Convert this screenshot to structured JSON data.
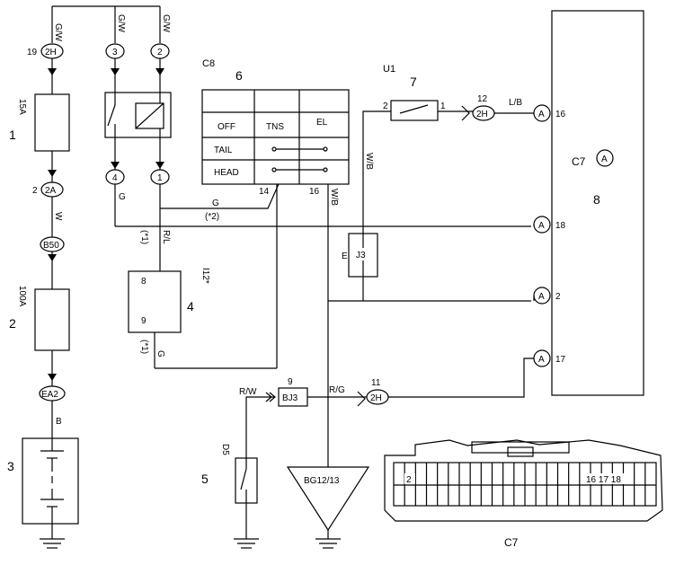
{
  "numbers": {
    "n1": "1",
    "n2": "2",
    "n3": "3",
    "n4": "4",
    "n5": "5",
    "n6": "6",
    "n7": "7",
    "n8": "8"
  },
  "wires": {
    "gw": "G/W",
    "w": "W",
    "b": "B",
    "g": "G",
    "rl": "R/L",
    "wb": "W/B",
    "lb": "L/B",
    "rw": "R/W",
    "rg": "R/G"
  },
  "fuses": {
    "f15": "15A",
    "f100": "100A"
  },
  "connectors": {
    "c2h": "2H",
    "c2a": "2A",
    "b50": "B50",
    "ea2": "EA2",
    "bj3": "BJ3",
    "j3": "J3",
    "bg": "BG12/13",
    "c7": "C7",
    "c8": "C8",
    "u1": "U1",
    "d5": "D5",
    "i12": "I12*",
    "a": "A"
  },
  "pins": {
    "p1": "1",
    "p2": "2",
    "p3": "3",
    "p4": "4",
    "p8": "8",
    "p9": "9",
    "p11": "11",
    "p12": "12",
    "p14": "14",
    "p16": "16",
    "p17": "17",
    "p18": "18",
    "p19": "19",
    "pE": "E"
  },
  "notes": {
    "star1": "(*1)",
    "star2": "(*2)"
  },
  "switch_table": {
    "off": "OFF",
    "tns": "TNS",
    "el": "EL",
    "tail": "TAIL",
    "head": "HEAD"
  },
  "c7_pins_label": "16 17 18"
}
